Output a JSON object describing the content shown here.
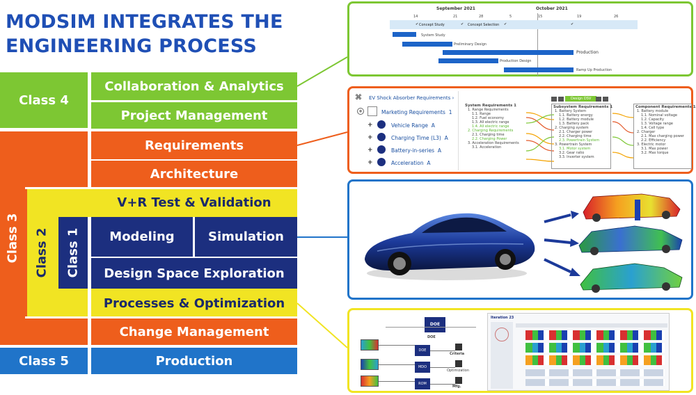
{
  "title": {
    "line1": "MODSIM INTEGRATES THE",
    "line2": "ENGINEERING PROCESS"
  },
  "colors": {
    "green": "#7dc733",
    "orange": "#ee5e1c",
    "yellow": "#f1e423",
    "navy": "#1c2f7f",
    "blue": "#2074c9",
    "title": "#1f4fb5"
  },
  "classes": {
    "class4": "Class 4",
    "class3": "Class 3",
    "class2": "Class 2",
    "class1": "Class 1",
    "class5": "Class 5"
  },
  "rows": {
    "collab": "Collaboration & Analytics",
    "project": "Project Management",
    "requirements": "Requirements",
    "architecture": "Architecture",
    "vr": "V+R Test & Validation",
    "modeling": "Modeling",
    "simulation": "Simulation",
    "dse": "Design Space Exploration",
    "processes": "Processes & Optimization",
    "change": "Change Management",
    "production": "Production"
  },
  "gantt": {
    "months": [
      "September 2021",
      "October 2021"
    ],
    "days": [
      "14",
      "21",
      "28",
      "5",
      "15",
      "19",
      "26"
    ],
    "tasks": [
      "Concept Study",
      "Concept Selection",
      "System Study",
      "Preliminary Design",
      "Production",
      "Production Design",
      "Ramp Up Production"
    ]
  },
  "requirements_panel": {
    "root": "EV Shock Absorber Requirements",
    "marketing": "Marketing Requirements",
    "marketing_count": "1",
    "items": [
      {
        "label": "Vehicle Range",
        "tag": "A"
      },
      {
        "label": "Charging Time (L3)",
        "tag": "A"
      },
      {
        "label": "Battery-in-series",
        "tag": "A"
      },
      {
        "label": "Acceleration",
        "tag": "A"
      }
    ],
    "design_tab": "Design DSV",
    "system": {
      "title": "System Requirements 1",
      "lines": [
        "1. Range Requirements",
        "1.1. Range",
        "1.2. Fuel economy",
        "1.3. All electric range",
        "1.4. All electric range",
        "2. Charging Requirements",
        "2.1. Charging time",
        "2.2. Charging Power",
        "3. Acceleration Requirements",
        "3.1. Acceleration"
      ]
    },
    "subsystem": {
      "title": "Subsystem Requirements 1",
      "lines": [
        "1. Battery System",
        "1.1. Battery energy",
        "1.2. Battery module",
        "1.3. Battery pack",
        "2. Charging system",
        "2.1. Charger power",
        "2.2. Charging time",
        "2.3. Powertrain System",
        "3. Powertrain System",
        "3.1. Motor system",
        "3.2. Gear ratio",
        "3.3. Inverter system"
      ]
    },
    "component": {
      "title": "Component Requirements 1",
      "lines": [
        "1. Battery module",
        "1.1. Nominal voltage",
        "1.2. Capacity",
        "1.3. Voltage range",
        "1.4. Cell type",
        "2. Charger",
        "2.1. Max charging power",
        "2.2. Efficiency",
        "3. Electric motor",
        "3.1. Max power",
        "3.2. Max torque"
      ]
    }
  },
  "workflow": {
    "doe": "DOE",
    "doe_label": "DOE",
    "nodes": [
      "DOE",
      "MDO",
      "ROM"
    ],
    "outputs": [
      "Criteria",
      "Optimization",
      "Mfg."
    ],
    "iteration": "Iteration 23"
  }
}
